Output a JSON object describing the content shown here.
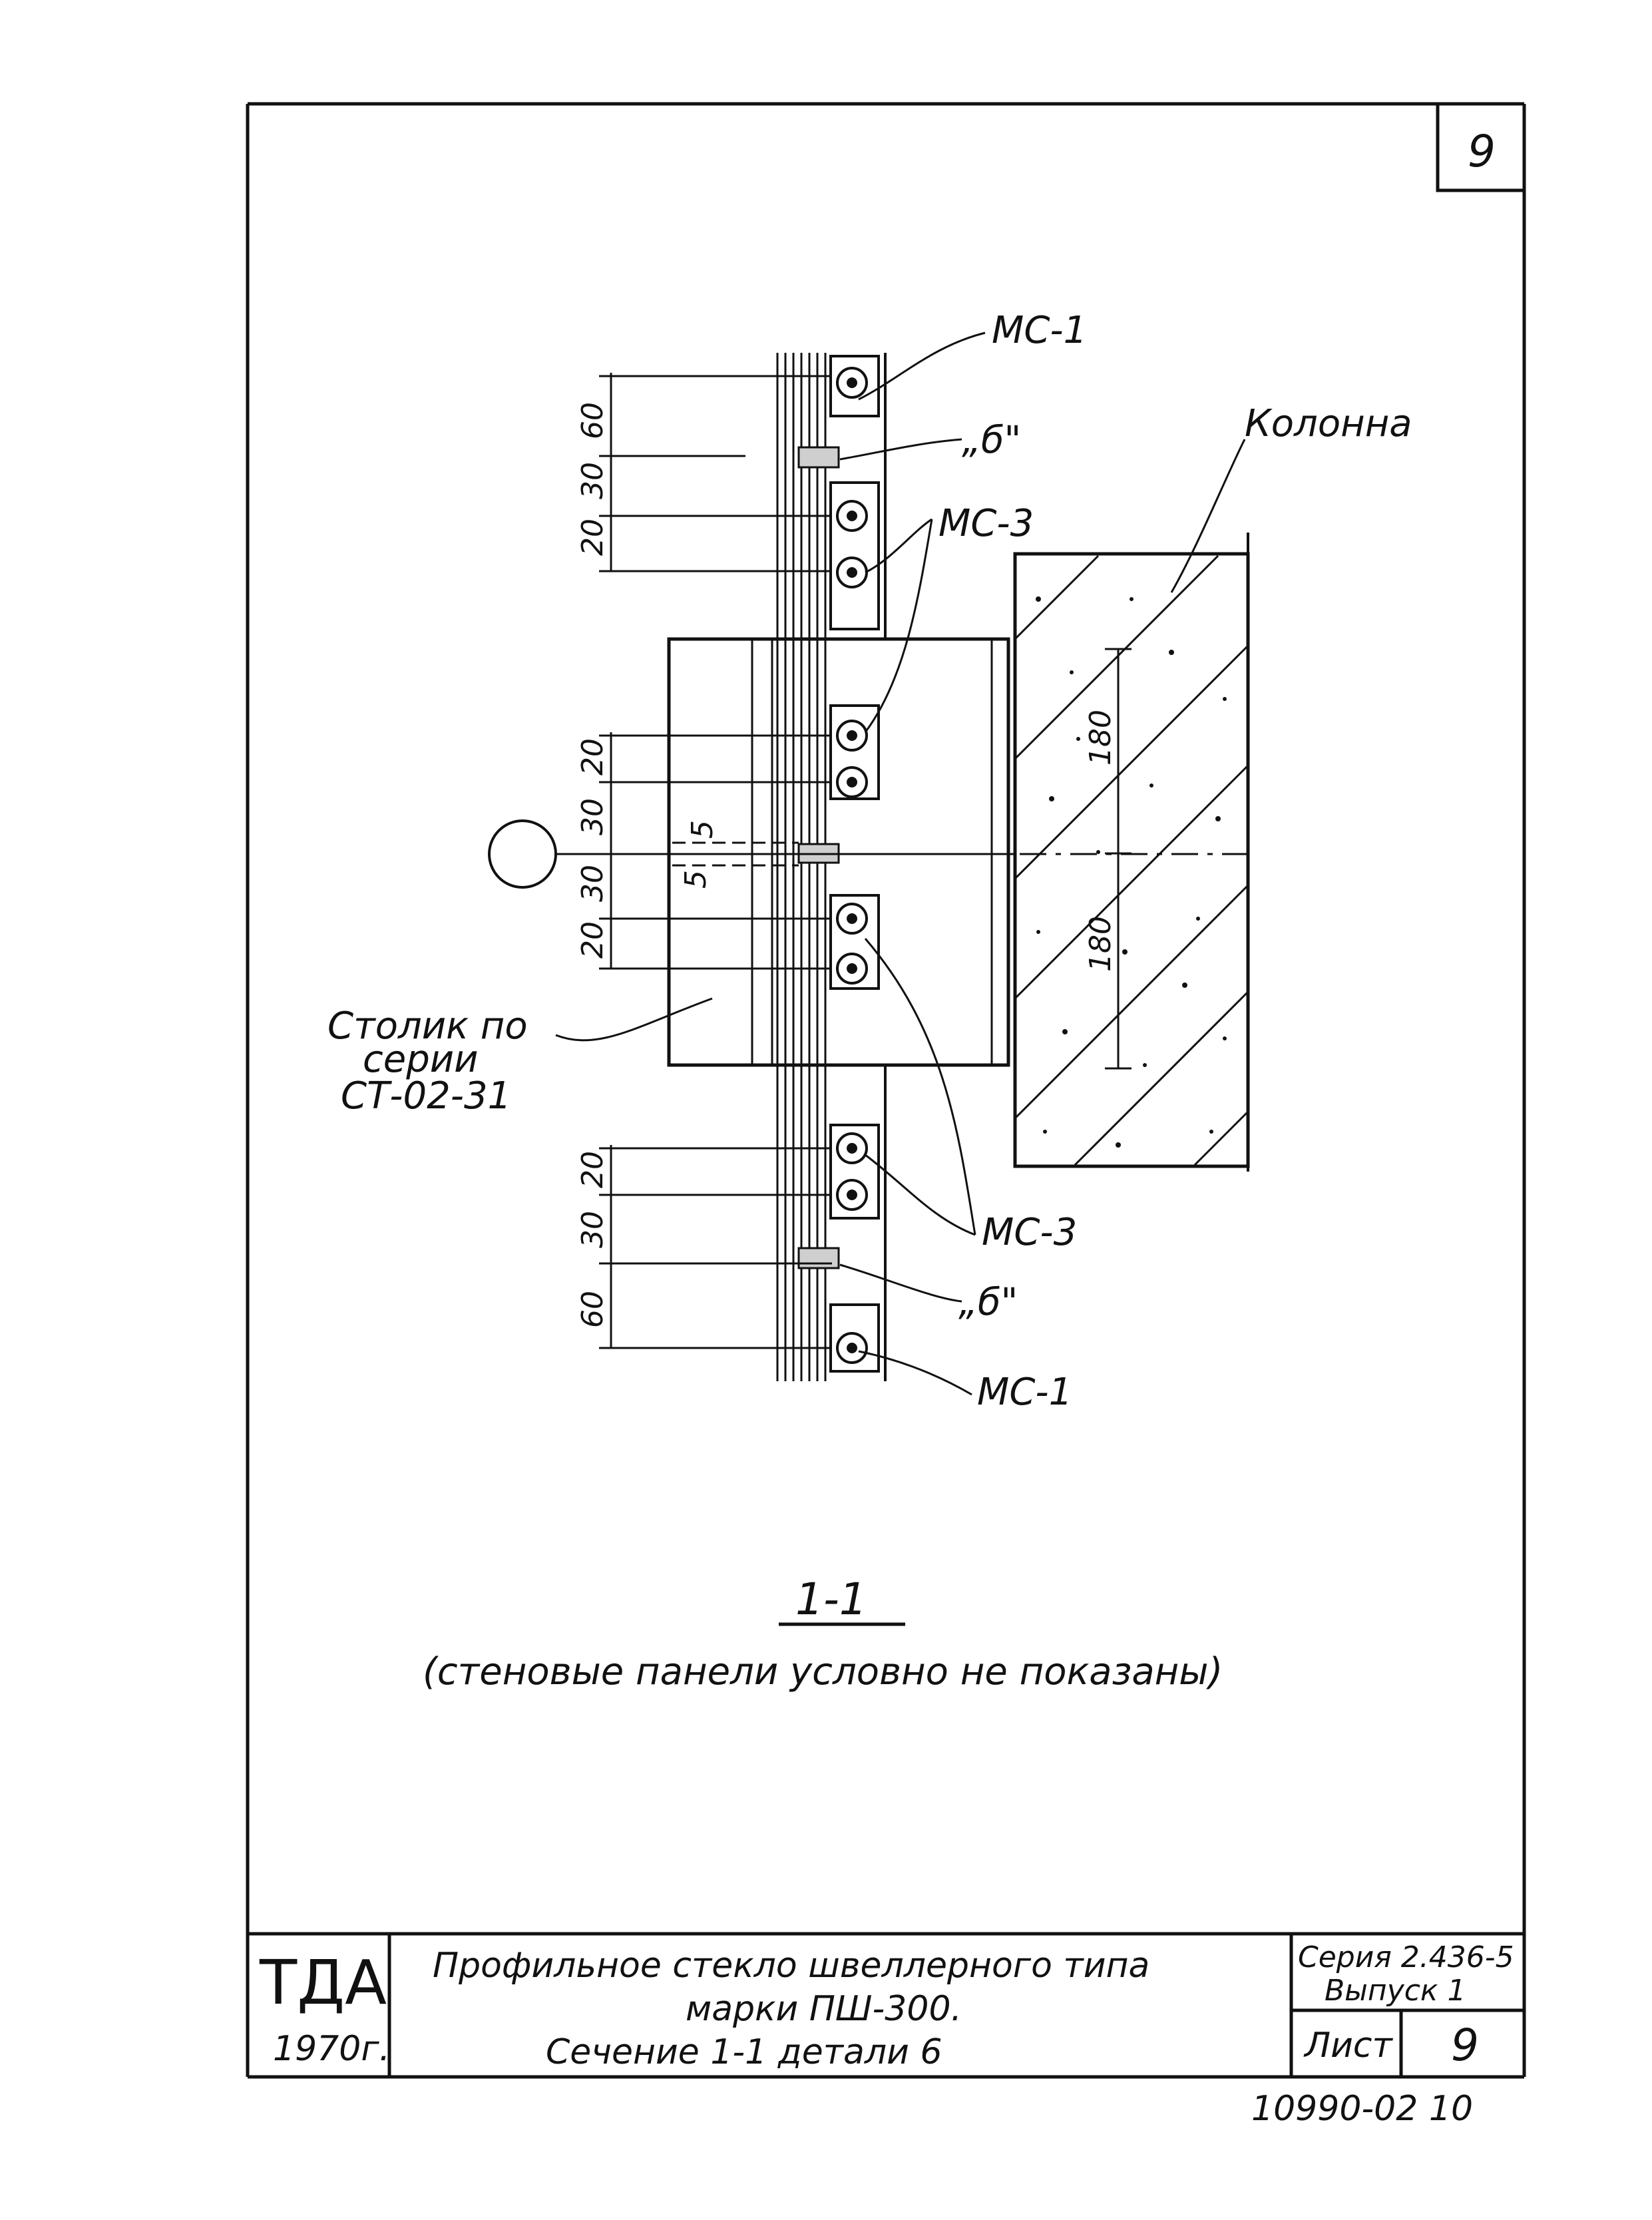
{
  "sheet": {
    "page_number": "9",
    "section_mark": "1-1",
    "section_note": "(стеновые панели условно не показаны)"
  },
  "labels": {
    "ms1_top": "МС-1",
    "b_top": "„б\"",
    "ms3_top": "МС-3",
    "column": "Колонна",
    "stalik_l1": "Столик по",
    "stalik_l2": "серии",
    "stalik_l3": "СТ-02-31",
    "ms3_bottom": "МС-3",
    "b_bottom": "„б\"",
    "ms1_bottom": "МС-1"
  },
  "dims": {
    "top": [
      "60",
      "30",
      "20"
    ],
    "middle": [
      "20",
      "30",
      "30",
      "20"
    ],
    "bottom": [
      "20",
      "30",
      "60"
    ],
    "gap_top": "5",
    "gap_bottom": "5",
    "column_top": "180",
    "column_bottom": "180"
  },
  "title_block": {
    "org": "ТДА",
    "year": "1970г.",
    "title_l1": "Профильное стекло швеллерного типа",
    "title_l2": "марки ПШ-300.",
    "title_l3": "Сечение 1-1 детали 6",
    "series_l1": "Серия 2.436-5",
    "series_l2": "Выпуск 1",
    "sheet_label": "Лист",
    "sheet_no": "9"
  },
  "archive_number": "10990-02 10"
}
